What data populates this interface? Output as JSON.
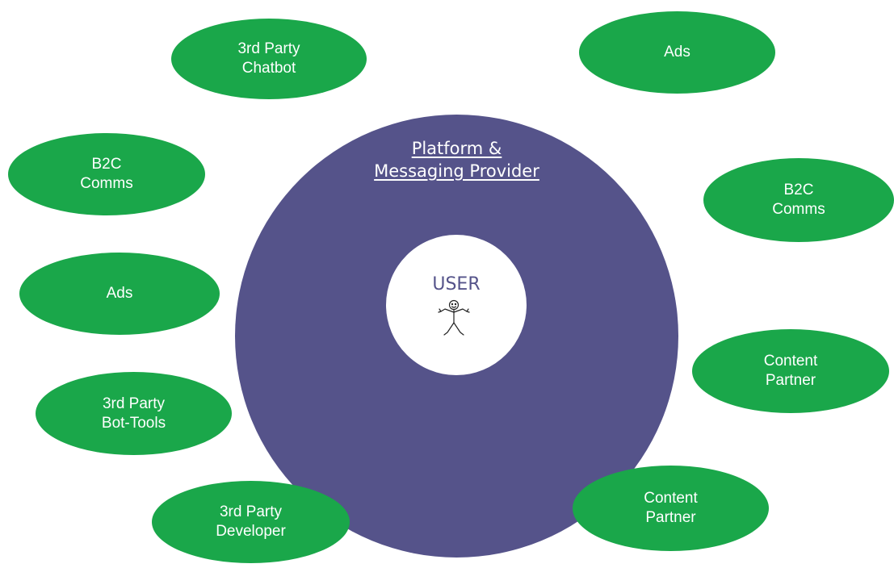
{
  "platform": {
    "label_lines": [
      "Platform &",
      "Messaging Provider"
    ],
    "color": "#55538a"
  },
  "user": {
    "label": "USER",
    "icon": "stick-figure-icon"
  },
  "nodes": {
    "chatbot_left": [
      "3rd Party",
      "Chatbot"
    ],
    "ads_right": [
      "Ads"
    ],
    "b2c_left": [
      "B2C",
      "Comms"
    ],
    "b2c_right": [
      "B2C",
      "Comms"
    ],
    "ads_left": [
      "Ads"
    ],
    "bot_tools": [
      "3rd Party",
      "Bot-Tools"
    ],
    "content_partner_upper": [
      "Content",
      "Partner"
    ],
    "content_partner_lower": [
      "Content",
      "Partner"
    ],
    "developer": [
      "3rd Party",
      "Developer"
    ]
  },
  "colors": {
    "node": "#1aa74a",
    "node_text": "#ffffff",
    "user_text": "#55538a"
  }
}
